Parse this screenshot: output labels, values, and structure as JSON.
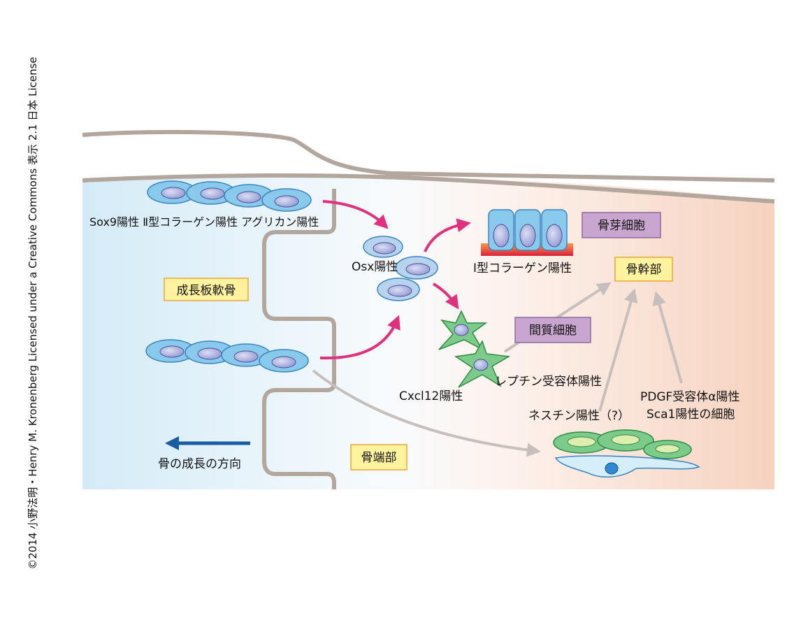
{
  "copyright": "©2014 小野法明・Henry M. Kronenberg Licensed under a Creative Commons 表示 2.1 日本 License",
  "labels": {
    "sox9": "Sox9陽性  Ⅱ型コラーゲン陽性  アグリカン陽性",
    "osx": "Osx陽性",
    "growth_plate": "成長板軟骨",
    "osteoblast": "骨芽細胞",
    "type1_collagen": "Ⅰ型コラーゲン陽性",
    "diaphysis": "骨幹部",
    "stromal": "間質細胞",
    "leptin": "レプチン受容体陽性",
    "cxcl12": "Cxcl12陽性",
    "nestin": "ネスチン陽性（?）",
    "pdgf_line1": "PDGF受容体α陽性",
    "pdgf_line2": "Sca1陽性の細胞",
    "growth_direction": "骨の成長の方向",
    "epiphysis": "骨端部"
  },
  "colors": {
    "bone_outline": "#b3a69d",
    "blue_bg": "#d4ebf7",
    "peach_bg": "#f6d2bf",
    "chondrocyte": "#88c9ec",
    "nucleus": "#a3a9db",
    "arrow_magenta": "#e0307e",
    "arrow_gray": "#c7bfbb",
    "arrow_blue": "#1a5da5",
    "stromal_green": "#7ccb8a",
    "label_box_yellow": "#fff3a0",
    "label_box_purple": "#c9a6d0"
  }
}
